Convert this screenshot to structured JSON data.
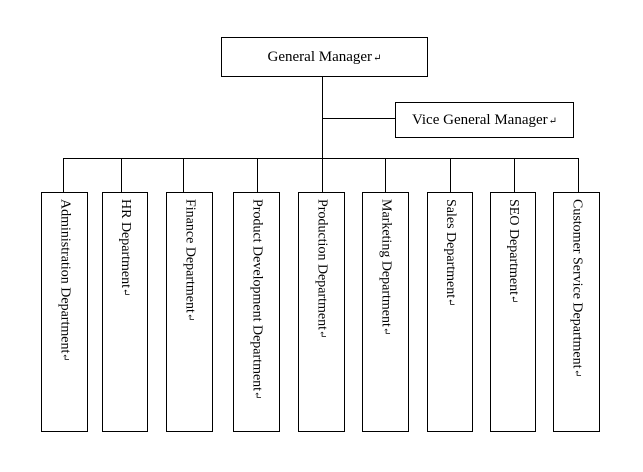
{
  "general_manager": "General Manager",
  "vice_general_manager": "Vice General Manager",
  "paragraph_mark": "↵",
  "departments": [
    "Administration Department",
    "HR Department",
    "Finance Department",
    "Product Development Department",
    "Production Department",
    "Marketing Department",
    "Sales Department",
    "SEO Department",
    "Customer Service Department"
  ]
}
